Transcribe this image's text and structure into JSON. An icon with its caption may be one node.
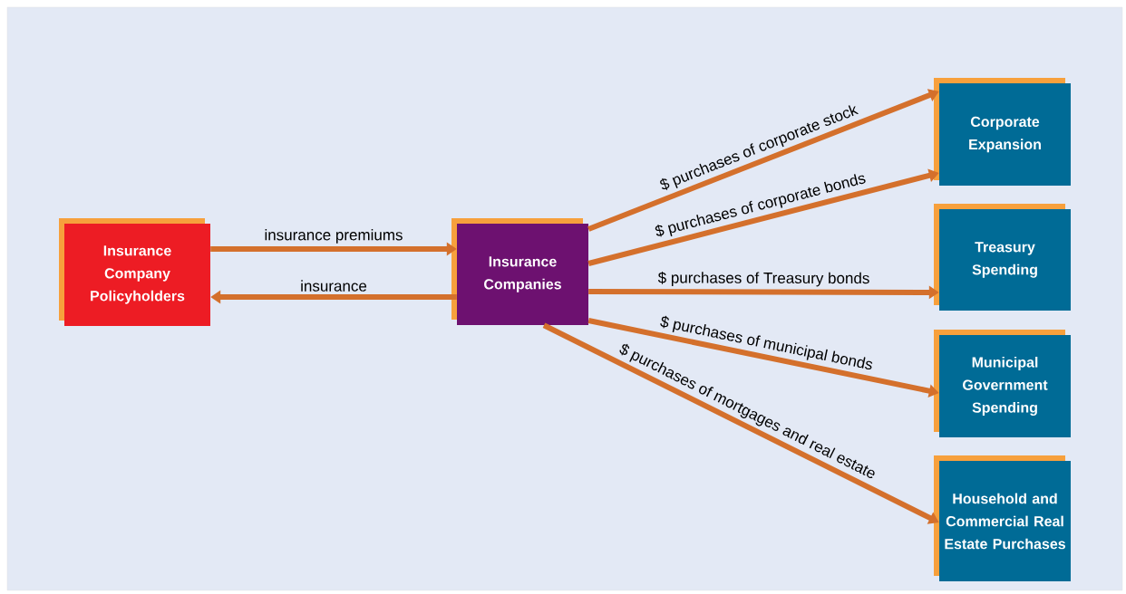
{
  "diagram": {
    "nodes": [
      {
        "text": [
          "Insurance Company Policyholders"
        ]
      },
      {
        "text": [
          "Insurance Companies"
        ]
      },
      {
        "text": [
          "Corporate Expansion"
        ]
      },
      {
        "text": [
          "Treasury Spending"
        ]
      },
      {
        "text": [
          "Municipal Government Spending"
        ]
      },
      {
        "text": [
          "Household and Commercial Real Estate Purchases"
        ]
      }
    ],
    "edges": [
      {
        "from": 0,
        "to": 1,
        "arrow": "to",
        "label": "insurance premiums"
      },
      {
        "from": 1,
        "to": 0,
        "arrow": "to",
        "label": "insurance"
      },
      {
        "from": 1,
        "to": 2,
        "arrow": "to",
        "label": "$ purchases of corporate stock"
      },
      {
        "from": 1,
        "to": 2,
        "arrow": "to",
        "label": "$ purchases of corporate bonds"
      },
      {
        "from": 1,
        "to": 3,
        "arrow": "to",
        "label": "$ purchases of Treasury bonds"
      },
      {
        "from": 1,
        "to": 4,
        "arrow": "to",
        "label": "$ purchases of municipal bonds"
      },
      {
        "from": 1,
        "to": 5,
        "arrow": "to",
        "label": "$ purchases of mortgages and real estate"
      }
    ]
  }
}
